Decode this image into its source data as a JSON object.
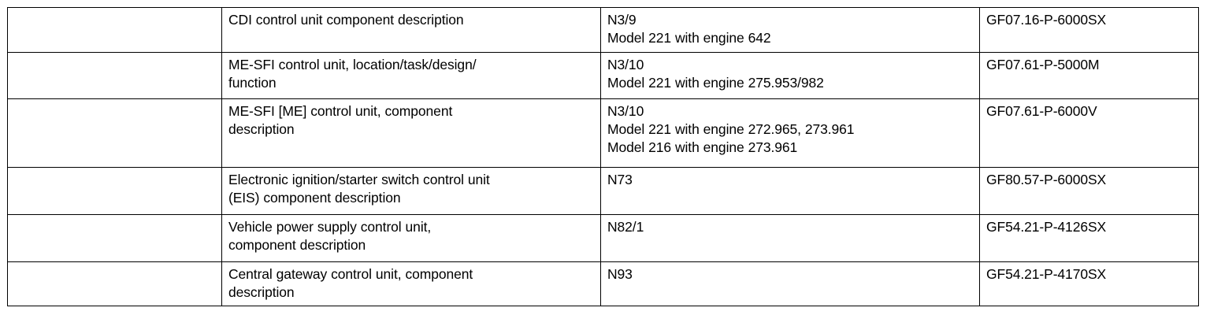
{
  "document": {
    "type": "table",
    "columns": [
      {
        "key": "ref",
        "header": ""
      },
      {
        "key": "description",
        "header": ""
      },
      {
        "key": "component_code",
        "header": ""
      },
      {
        "key": "document_number",
        "header": ""
      }
    ],
    "rows": [
      {
        "ref": "",
        "description": "CDI control unit component description",
        "component_code": "N3/9\nModel 221 with engine 642",
        "document_number": "GF07.16-P-6000SX"
      },
      {
        "ref": "",
        "description": "ME-SFI control unit, location/task/design/\nfunction",
        "component_code": "N3/10\nModel 221 with engine 275.953/982",
        "document_number": "GF07.61-P-5000M"
      },
      {
        "ref": "",
        "description": "ME-SFI [ME] control unit, component\ndescription",
        "component_code": "N3/10\nModel 221 with engine 272.965, 273.961\nModel 216 with engine 273.961",
        "document_number": "GF07.61-P-6000V"
      },
      {
        "ref": "",
        "description": "Electronic ignition/starter switch control unit\n(EIS) component description",
        "component_code": "N73",
        "document_number": "GF80.57-P-6000SX"
      },
      {
        "ref": "",
        "description": "Vehicle power supply control unit,\ncomponent description",
        "component_code": "N82/1",
        "document_number": "GF54.21-P-4126SX"
      },
      {
        "ref": "",
        "description": "Central gateway control unit, component\ndescription",
        "component_code": "N93",
        "document_number": "GF54.21-P-4170SX"
      }
    ]
  }
}
